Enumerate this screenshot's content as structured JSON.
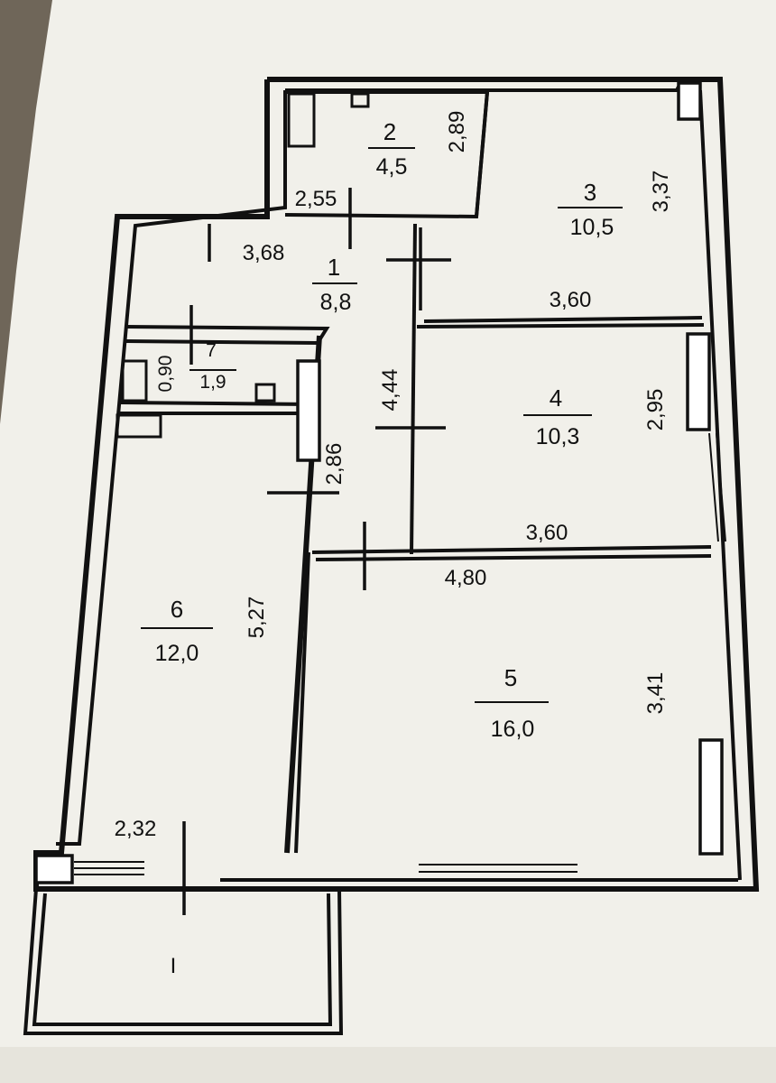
{
  "rooms": [
    {
      "number": "1",
      "area": "8,8"
    },
    {
      "number": "2",
      "area": "4,5"
    },
    {
      "number": "3",
      "area": "10,5"
    },
    {
      "number": "4",
      "area": "10,3"
    },
    {
      "number": "5",
      "area": "16,0"
    },
    {
      "number": "6",
      "area": "12,0"
    },
    {
      "number": "7",
      "area": "1,9"
    }
  ],
  "dimensions": {
    "d_2_89": "2,89",
    "d_2_55": "2,55",
    "d_3_68": "3,68",
    "d_3_37": "3,37",
    "d_3_60_top": "3,60",
    "d_0_90": "0,90",
    "d_4_44": "4,44",
    "d_2_95": "2,95",
    "d_2_86": "2,86",
    "d_3_60_mid": "3,60",
    "d_4_80": "4,80",
    "d_5_27": "5,27",
    "d_3_41": "3,41",
    "d_2_32": "2,32"
  },
  "balcony_mark": "I"
}
